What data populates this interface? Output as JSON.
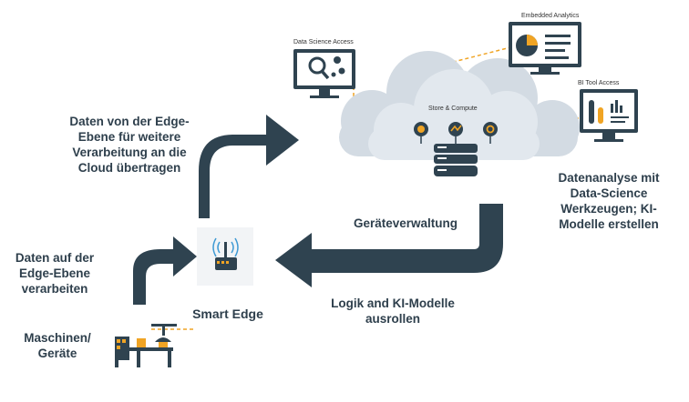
{
  "labels": {
    "edge_to_cloud": "Daten von der Edge-Ebene für weitere Verarbeitung an die Cloud übertragen",
    "edge_process": "Daten auf der Edge-Ebene verarbeiten",
    "machines": "Maschinen/ Geräte",
    "smart_edge": "Smart Edge",
    "device_mgmt": "Geräteverwaltung",
    "rollout": "Logik and KI-Modelle ausrollen",
    "analytics": "Datenanalyse mit Data-Science Werkzeugen; KI-Modelle erstellen"
  },
  "cloud": {
    "store_compute": "Store & Compute"
  },
  "monitors": {
    "data_science": "Data Science Access",
    "embedded": "Embedded Analytics",
    "bi_tool": "BI Tool Access"
  },
  "colors": {
    "arrow": "#2f4350",
    "cloud_back": "#d3dbe3",
    "cloud_front": "#e2e8ee",
    "accent": "#f0a424",
    "text": "#2e3f4c"
  }
}
